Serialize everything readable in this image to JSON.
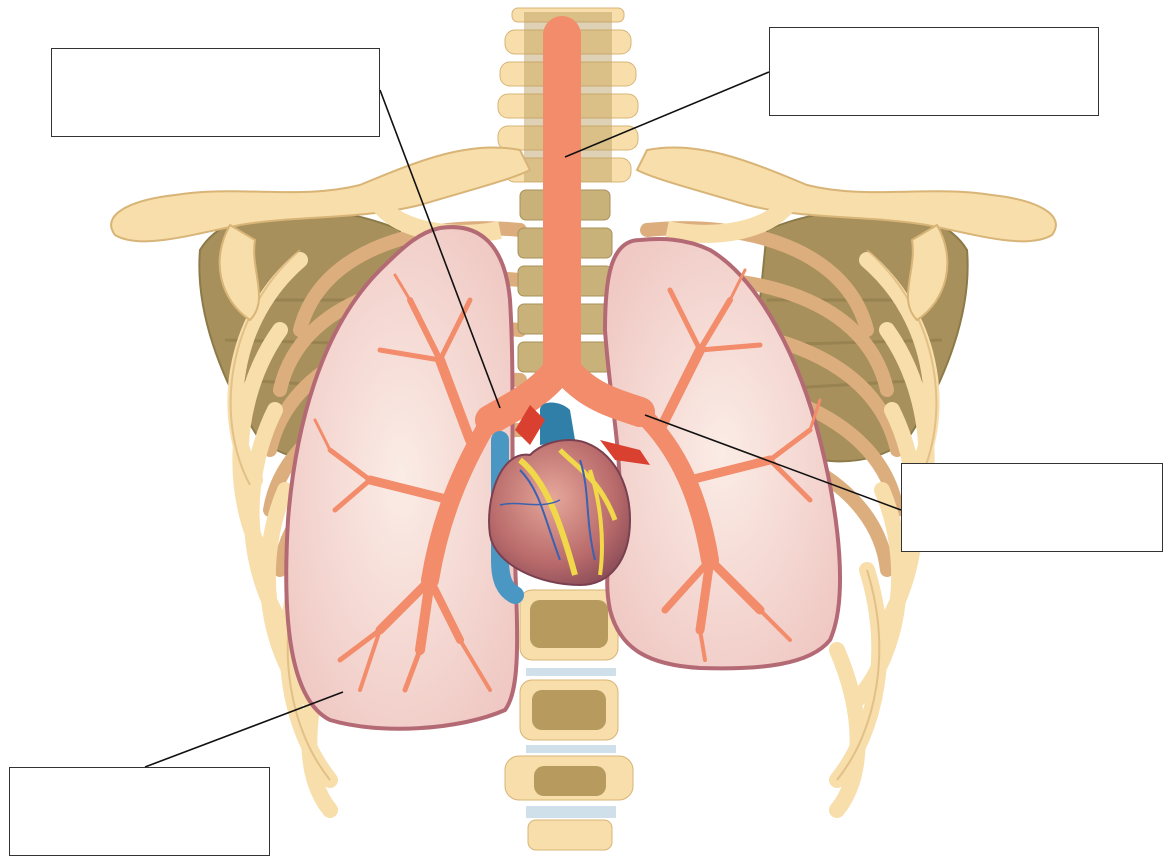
{
  "diagram": {
    "subject": "",
    "labels": [
      {
        "id": "label-top-left",
        "text": ""
      },
      {
        "id": "label-top-right",
        "text": ""
      },
      {
        "id": "label-right",
        "text": ""
      },
      {
        "id": "label-bottom-left",
        "text": ""
      }
    ]
  },
  "colors": {
    "bone": "#f7deaa",
    "bone_outline": "#d8b477",
    "muscle": "#a7905c",
    "muscle_dark": "#8c7a48",
    "rib_back": "#dcae7e",
    "lung_fill": "#f4ddd6",
    "lung_outline": "#b46a74",
    "airway": "#f28c6a",
    "heart": "#c8766a",
    "vessel_blue": "#4a97c4",
    "vessel_red": "#d9402f",
    "fat_yellow": "#f0d84a",
    "line": "#111111"
  }
}
